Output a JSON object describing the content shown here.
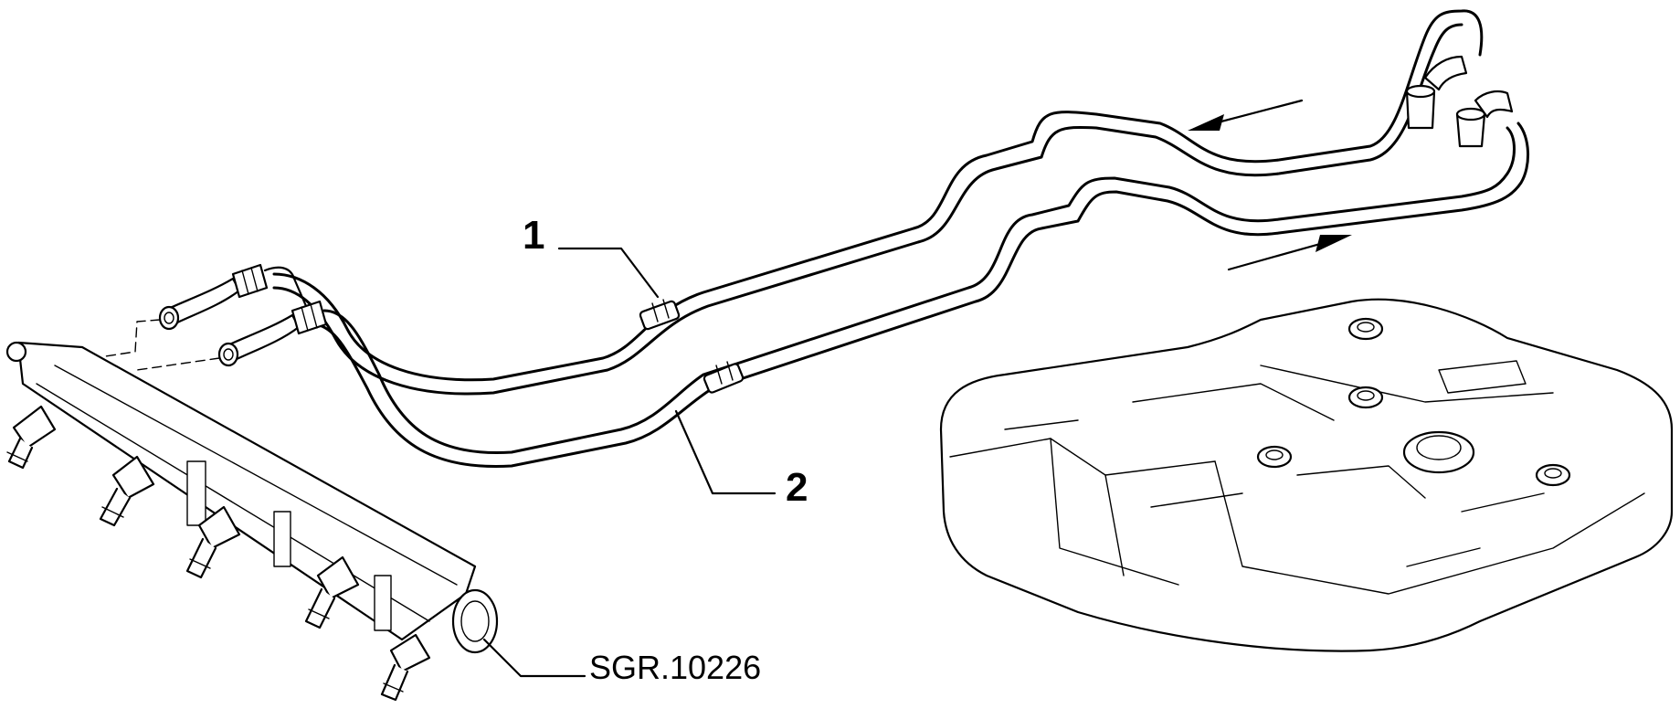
{
  "callouts": [
    {
      "id": "1"
    },
    {
      "id": "2"
    }
  ],
  "drawing_reference": "SGR.10226",
  "colors": {
    "line": "#000000",
    "background": "#ffffff"
  }
}
